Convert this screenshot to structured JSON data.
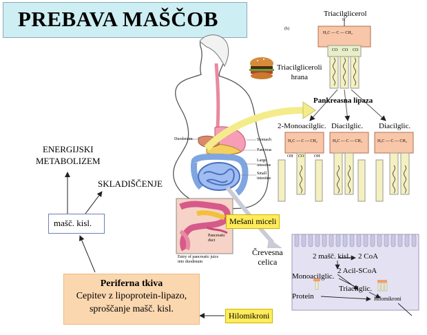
{
  "title": "PREBAVA MAŠČOB",
  "labels": {
    "triacilglicerol_top": "Triacilglicerol",
    "panel_b": "(b)",
    "food": [
      "Triacilgliceroli",
      "hrana"
    ],
    "pankreasna_lipaza": "Pankreasna lipaza",
    "monoacilglic": "2-Monoacilglic.",
    "diacilglic_1": "Diacilglic.",
    "diacilglic_2": "Diacilglic.",
    "energijski": [
      "ENERGIJSKI",
      "METABOLIZEM"
    ],
    "skladiscenje": "SKLADIŠČENJE",
    "masc_kisl": "mašč. kisl.",
    "periferna_title": "Periferna tkiva",
    "periferna_body": [
      "Cepitev z lipoprotein-lipazo,",
      "sproščanje mašč. kisl."
    ],
    "hilomikroni": "Hilomikroni",
    "mesani_miceli": "Mešani miceli",
    "crevesna_celica": [
      "Črevesna",
      "celica"
    ],
    "cell_2masc": "2 mašč. kisl.",
    "cell_2coa": "2 CoA",
    "cell_2acil": "2 Acil-SCoA",
    "cell_monoacilglic": "Monoacilglic.",
    "cell_triacilglic": "Triacilglic.",
    "cell_protein": "Protein",
    "cell_hilomikroni": "Hilomikroni"
  },
  "anatomy_labels": {
    "duodenum": "Duodenum",
    "stomach": "Stomach",
    "pancreas": "Pancreas",
    "large": "Large",
    "intestine1": "intestine",
    "small": "Small",
    "intestine2": "intestine",
    "pancreatic": "Pancreatic",
    "duct": "duct",
    "caption1": "Entry of pancreatic juice",
    "caption2": "into duodenum"
  },
  "chem_labels": {
    "h": "H",
    "carbon": "H₂C — C — CH₂",
    "o": "O",
    "co": "CO",
    "oh": "OH"
  }
}
